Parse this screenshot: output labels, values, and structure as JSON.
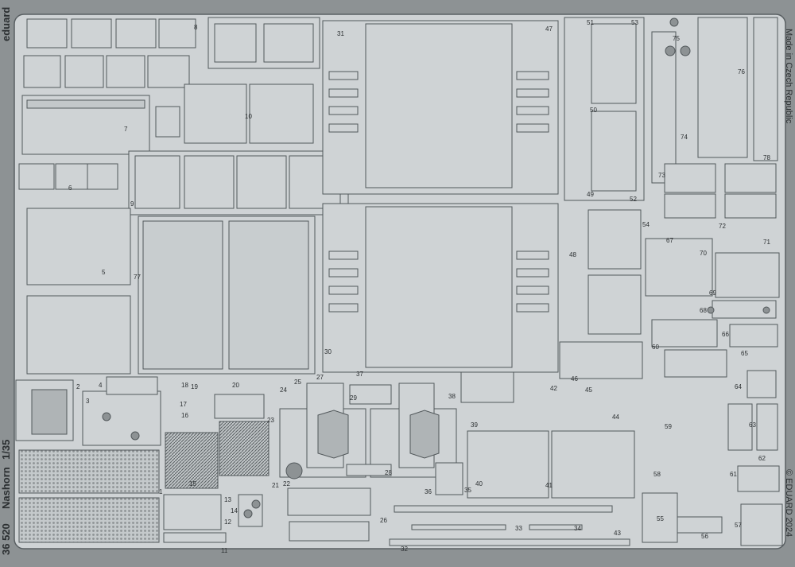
{
  "sheet": {
    "brand": "eduard",
    "code": "36 520",
    "title": "Nashorn",
    "scale": "1/35",
    "origin": "Made in Czech Republic",
    "copyright": "© EDUARD 2024"
  },
  "part_numbers": [
    "1",
    "2",
    "3",
    "4",
    "5",
    "6",
    "7",
    "8",
    "9",
    "10",
    "11",
    "12",
    "13",
    "14",
    "15",
    "16",
    "17",
    "18",
    "19",
    "20",
    "21",
    "22",
    "23",
    "24",
    "25",
    "26",
    "27",
    "28",
    "29",
    "30",
    "31",
    "32",
    "33",
    "34",
    "35",
    "36",
    "37",
    "38",
    "39",
    "40",
    "41",
    "42",
    "43",
    "44",
    "45",
    "46",
    "47",
    "48",
    "49",
    "50",
    "51",
    "52",
    "53",
    "54",
    "55",
    "56",
    "57",
    "58",
    "59",
    "60",
    "61",
    "62",
    "63",
    "64",
    "65",
    "66",
    "67",
    "68",
    "69",
    "70",
    "71",
    "72",
    "73",
    "74",
    "75",
    "76",
    "77",
    "78"
  ],
  "colors": {
    "fret": "#cfd3d5",
    "background": "#8d9294",
    "line": "#52585b",
    "text": "#2b2f31"
  }
}
